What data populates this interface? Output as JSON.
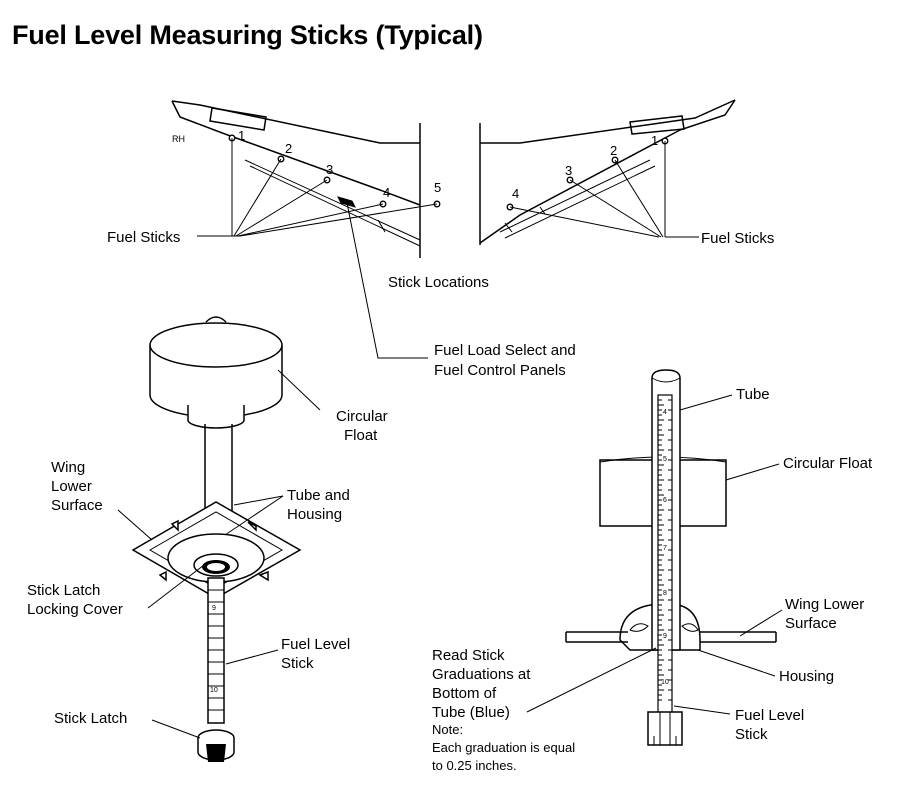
{
  "title": "Fuel Level Measuring Sticks (Typical)",
  "top_view": {
    "rh_label": "RH",
    "left_wing_numbers": [
      "1",
      "2",
      "3",
      "4",
      "5"
    ],
    "right_wing_numbers": [
      "1",
      "2",
      "3",
      "4"
    ],
    "fuel_sticks_left": "Fuel Sticks",
    "fuel_sticks_right": "Fuel Sticks",
    "stick_locations": "Stick Locations",
    "fuel_load_line1": "Fuel Load Select and",
    "fuel_load_line2": "Fuel Control Panels"
  },
  "left_detail": {
    "circular_float_line1": "Circular",
    "circular_float_line2": "Float",
    "wing_lower_line1": "Wing",
    "wing_lower_line2": "Lower",
    "wing_lower_line3": "Surface",
    "tube_housing_line1": "Tube and",
    "tube_housing_line2": "Housing",
    "latch_cover_line1": "Stick Latch",
    "latch_cover_line2": "Locking Cover",
    "fuel_level_stick_line1": "Fuel Level",
    "fuel_level_stick_line2": "Stick",
    "stick_latch": "Stick Latch",
    "graduation_9": "9",
    "graduation_10": "10"
  },
  "right_detail": {
    "tube": "Tube",
    "circular_float": "Circular Float",
    "wing_lower_line1": "Wing Lower",
    "wing_lower_line2": "Surface",
    "housing": "Housing",
    "fuel_level_stick_line1": "Fuel Level",
    "fuel_level_stick_line2": "Stick",
    "read_line1": "Read Stick",
    "read_line2": "Graduations at",
    "read_line3": "Bottom of",
    "read_line4": "Tube (Blue)",
    "note_label": "Note:",
    "note_line1": "Each graduation is equal",
    "note_line2": "to 0.25 inches.",
    "graduations": [
      "4",
      "5",
      "6",
      "7",
      "8",
      "9",
      "10"
    ]
  }
}
